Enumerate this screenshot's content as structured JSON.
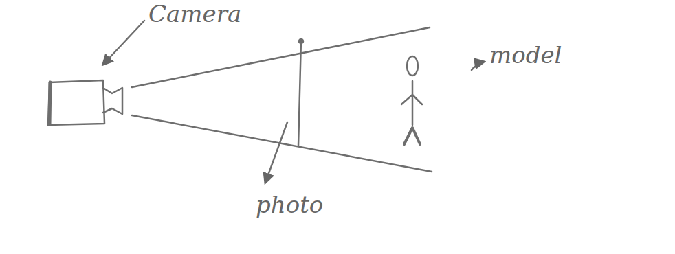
{
  "diagram": {
    "labels": [
      "Camera",
      "model",
      "photo"
    ]
  }
}
